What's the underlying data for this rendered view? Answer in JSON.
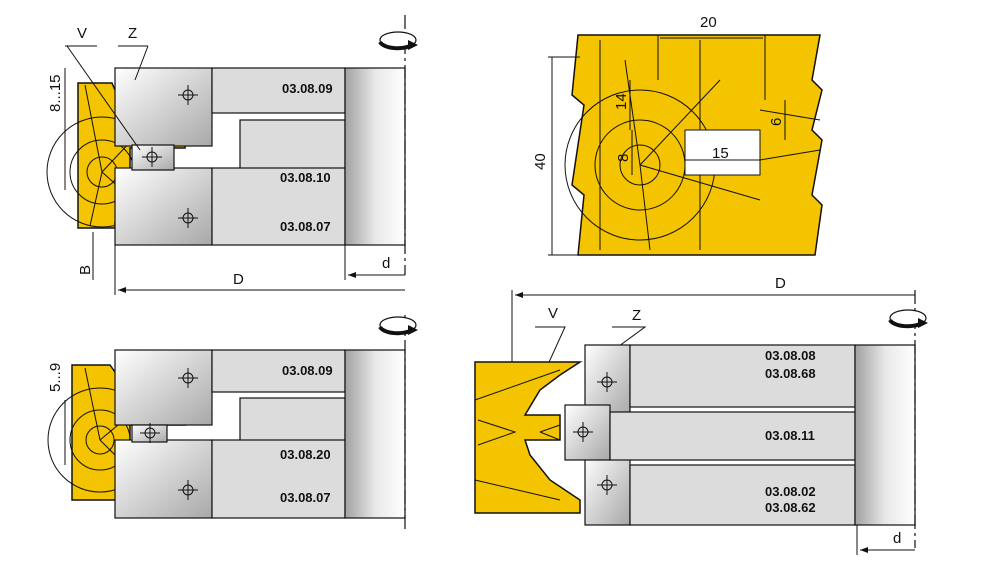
{
  "top_left": {
    "labels": {
      "v": "V",
      "z": "Z",
      "height": "8...15",
      "b": "B",
      "D": "D",
      "d": "d"
    },
    "codes": [
      "03.08.09",
      "03.08.10",
      "03.08.07"
    ]
  },
  "bottom_left": {
    "labels": {
      "height": "5...9"
    },
    "codes": [
      "03.08.09",
      "03.08.20",
      "03.08.07"
    ]
  },
  "top_right": {
    "dims": {
      "width": "20",
      "height": "40",
      "tongue_h": "14",
      "tongue_w": "8",
      "depth": "15",
      "step": "6"
    }
  },
  "bottom_right": {
    "labels": {
      "v": "V",
      "z": "Z",
      "D": "D",
      "d": "d"
    },
    "codes": [
      "03.08.08",
      "03.08.68",
      "03.08.11",
      "03.08.02",
      "03.08.62"
    ]
  },
  "colors": {
    "wood": "#f5c400",
    "steel": "#dcdcdc"
  }
}
